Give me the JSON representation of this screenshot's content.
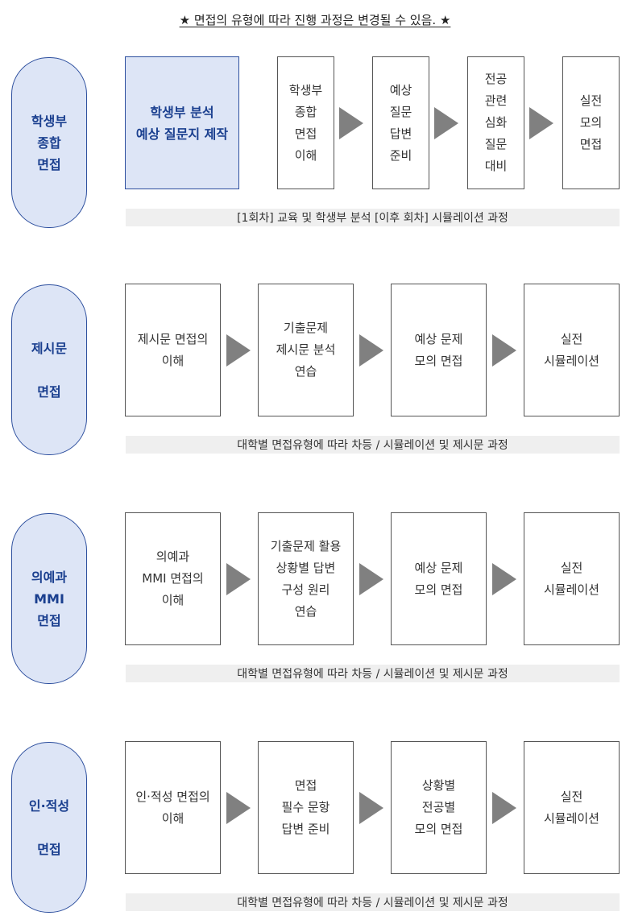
{
  "notice": "★ 면접의 유형에 따라 진행 과정은 변경될 수 있음. ★",
  "sections": [
    {
      "label": "학생부\n종합\n면접",
      "highlight": "학생부 분석\n예상 질문지 제작",
      "steps": [
        "학생부\n종합\n면접\n이해",
        "예상\n질문\n답변\n준비",
        "전공\n관련\n심화\n질문\n대비",
        "실전\n모의\n면접"
      ],
      "caption": "[1회차] 교육 및 학생부 분석 [이후 회차] 시뮬레이션 과정"
    },
    {
      "label": "제시문\n\n면접",
      "steps": [
        "제시문 면접의\n이해",
        "기출문제\n제시문 분석\n연습",
        "예상 문제\n모의 면접",
        "실전\n시뮬레이션"
      ],
      "caption": "대학별 면접유형에 따라 차등 / 시뮬레이션 및 제시문 과정"
    },
    {
      "label": "의예과\nMMI\n면접",
      "steps": [
        "의예과\nMMI 면접의\n이해",
        "기출문제 활용\n상황별 답변\n구성 원리\n연습",
        "예상 문제\n모의 면접",
        "실전\n시뮬레이션"
      ],
      "caption": "대학별 면접유형에 따라 차등 / 시뮬레이션 및 제시문 과정"
    },
    {
      "label": "인·적성\n\n면접",
      "steps": [
        "인·적성 면접의\n이해",
        "면접\n필수 문항\n답변 준비",
        "상황별\n전공별\n모의 면접",
        "실전\n시뮬레이션"
      ],
      "caption": "대학별 면접유형에 따라 차등 / 시뮬레이션 및 제시문 과정"
    }
  ]
}
